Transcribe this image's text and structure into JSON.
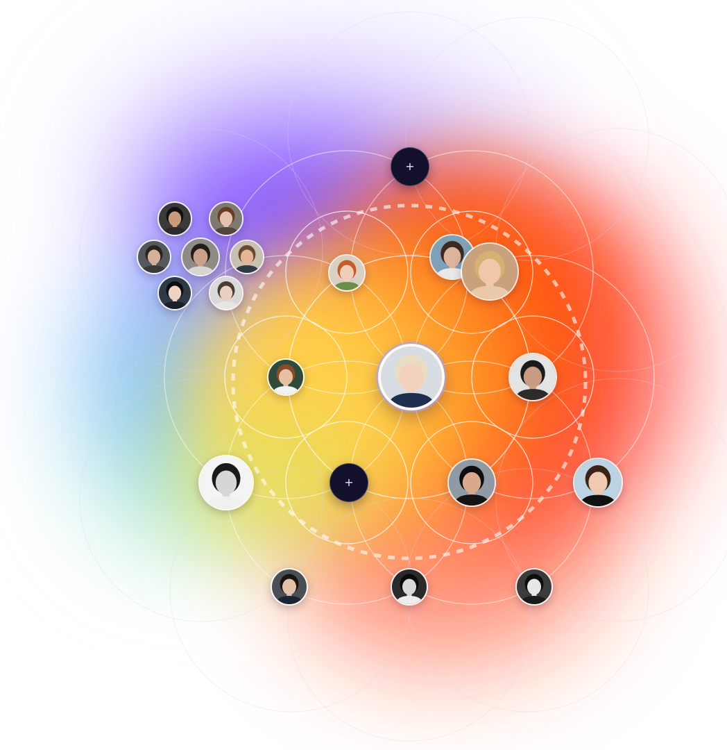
{
  "network": {
    "add_buttons": [
      {
        "label": "+"
      },
      {
        "label": "+"
      }
    ],
    "avatars": [
      {
        "name": "avatar-center",
        "bg": "#d7dde3",
        "skin": "#f2d2bd",
        "hair": "#e8dcc3",
        "shirt": "#1f2f52"
      },
      {
        "name": "avatar-cluster-1",
        "bg": "#3a3a3a",
        "skin": "#c99a7d",
        "hair": "#121212",
        "shirt": "#2b2b2b"
      },
      {
        "name": "avatar-cluster-2",
        "bg": "#7e7a70",
        "skin": "#e3c3ae",
        "hair": "#6a3b23",
        "shirt": "#53453b"
      },
      {
        "name": "avatar-cluster-3",
        "bg": "#55595e",
        "skin": "#d7b09a",
        "hair": "#2a2420",
        "shirt": "#3a3a3a"
      },
      {
        "name": "avatar-cluster-4",
        "bg": "#8e8b86",
        "skin": "#caa18a",
        "hair": "#231d1a",
        "shirt": "#d8d6d1"
      },
      {
        "name": "avatar-cluster-5",
        "bg": "#c8c0b0",
        "skin": "#e2b697",
        "hair": "#6a4a2f",
        "shirt": "#2e3b45"
      },
      {
        "name": "avatar-cluster-6",
        "bg": "#2f3a46",
        "skin": "#edd3c4",
        "hair": "#0d0d12",
        "shirt": "#1a1f2a"
      },
      {
        "name": "avatar-cluster-7",
        "bg": "#d9d9d9",
        "skin": "#ead0c0",
        "hair": "#4a3a30",
        "shirt": "#e6e6e6"
      },
      {
        "name": "avatar-top-left",
        "bg": "#d9cfc3",
        "skin": "#efcdb9",
        "hair": "#c45d2c",
        "shirt": "#6b8f4a"
      },
      {
        "name": "avatar-top-right-1",
        "bg": "#7fa1b8",
        "skin": "#dcb49c",
        "hair": "#3b2a22",
        "shirt": "#e9e9e9"
      },
      {
        "name": "avatar-top-right-2",
        "bg": "#c9a27d",
        "skin": "#f0c8a9",
        "hair": "#d7b173",
        "shirt": "#e8c9a9"
      },
      {
        "name": "avatar-left",
        "bg": "#2f4a3a",
        "skin": "#e6c1a4",
        "hair": "#8a4a2c",
        "shirt": "#f2f2f2"
      },
      {
        "name": "avatar-right",
        "bg": "#e3e3e3",
        "skin": "#c89c80",
        "hair": "#1c1c1c",
        "shirt": "#2b2b2b"
      },
      {
        "name": "avatar-bottom-left",
        "bg": "#f4f4f4",
        "skin": "#d6d6d6",
        "hair": "#1a1a1a",
        "shirt": "#f0f0f0"
      },
      {
        "name": "avatar-bottom-center-right",
        "bg": "#8f9aa5",
        "skin": "#d9a98e",
        "hair": "#0f0f0f",
        "shirt": "#141414"
      },
      {
        "name": "avatar-bottom-right",
        "bg": "#bcd3e4",
        "skin": "#efc9b2",
        "hair": "#3a2416",
        "shirt": "#111111"
      },
      {
        "name": "avatar-row-bottom-1",
        "bg": "#4a4f55",
        "skin": "#e4c2aa",
        "hair": "#1a1410",
        "shirt": "#1b2430"
      },
      {
        "name": "avatar-row-bottom-2",
        "bg": "#2a2a2a",
        "skin": "#d8d8d8",
        "hair": "#0b0b0b",
        "shirt": "#ededed"
      },
      {
        "name": "avatar-row-bottom-3",
        "bg": "#3b3b3b",
        "skin": "#e7e7e7",
        "hair": "#0e0e0e",
        "shirt": "#1a1a1a"
      }
    ]
  },
  "colors": {
    "plus_bg": "#13102b",
    "glow_purple": "#8a4fff",
    "glow_orange": "#ff6a1a",
    "glow_yellow": "#ffd24a",
    "glow_red": "#ff3b2e",
    "glow_teal": "#6fe0c7",
    "glow_blue": "#6aa9ff"
  }
}
